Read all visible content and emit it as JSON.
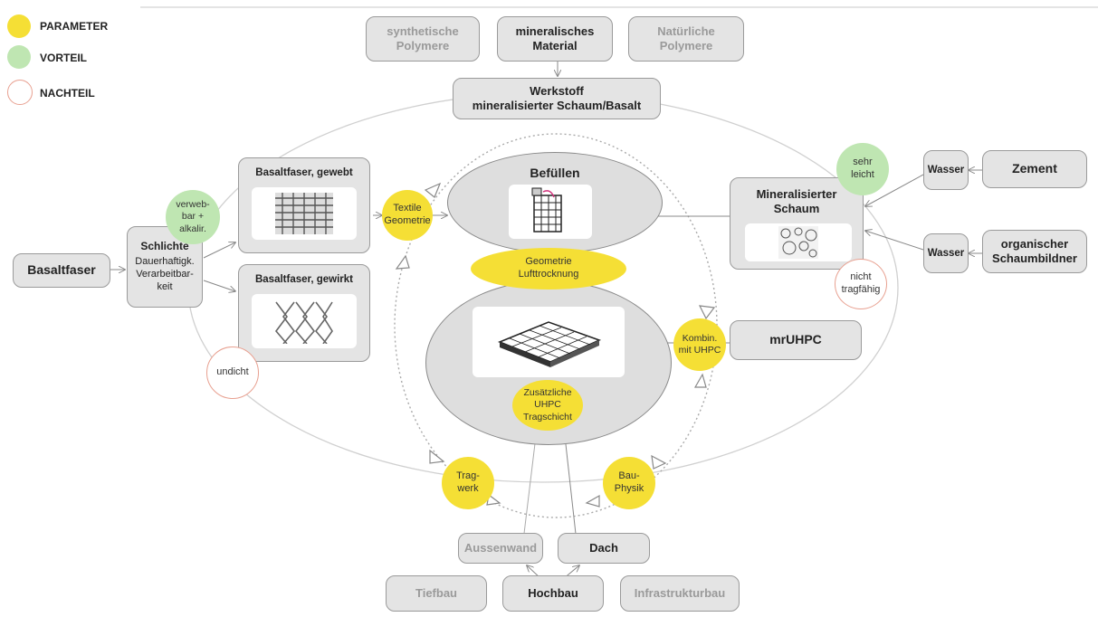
{
  "legend": {
    "parameter": "PARAMETER",
    "vorteil": "VORTEIL",
    "nachteil": "NACHTEIL",
    "colors": {
      "parameter": "#f5df35",
      "vorteil": "#bfe6b2",
      "nachteil": "#e8a090"
    }
  },
  "top": {
    "synthetic_line1": "synthetische",
    "synthetic_line2": "Polymere",
    "mineral_line1": "mineralisches",
    "mineral_line2": "Material",
    "natural_line1": "Natürliche",
    "natural_line2": "Polymere",
    "werkstoff_line1": "Werkstoff",
    "werkstoff_line2": "mineralisierter Schaum/Basalt"
  },
  "left": {
    "basaltfaser": "Basaltfaser",
    "schlichte_title": "Schlichte",
    "schlichte_line1": "Dauerhaftigk.",
    "schlichte_line2": "Verarbeitbar-",
    "schlichte_line3": "keit",
    "verweb_line1": "verweb-",
    "verweb_line2": "bar +",
    "verweb_line3": "alkalir.",
    "gewebt": "Basaltfaser, gewebt",
    "gewirkt": "Basaltfaser, gewirkt",
    "undicht": "undicht",
    "textile_line1": "Textile",
    "textile_line2": "Geometrie"
  },
  "center": {
    "befuellen": "Befüllen",
    "geometrie_line1": "Geometrie",
    "geometrie_line2": "Lufttrocknung",
    "zus_line1": "Zusätzliche",
    "zus_line2": "UHPC",
    "zus_line3": "Tragschicht"
  },
  "right": {
    "schaum_line1": "Mineralisierter",
    "schaum_line2": "Schaum",
    "sehr_line1": "sehr",
    "sehr_line2": "leicht",
    "nicht_line1": "nicht",
    "nicht_line2": "tragfähig",
    "wasser1": "Wasser",
    "zement": "Zement",
    "wasser2": "Wasser",
    "organ_line1": "organischer",
    "organ_line2": "Schaumbildner",
    "kombin_line1": "Kombin.",
    "kombin_line2": "mit UHPC",
    "mruhpc": "mrUHPC"
  },
  "bottom": {
    "tragwerk_line1": "Trag-",
    "tragwerk_line2": "werk",
    "bau_line1": "Bau-",
    "bau_line2": "Physik",
    "aussenwand": "Aussenwand",
    "dach": "Dach",
    "tiefbau": "Tiefbau",
    "hochbau": "Hochbau",
    "infrastruktur": "Infrastrukturbau"
  }
}
